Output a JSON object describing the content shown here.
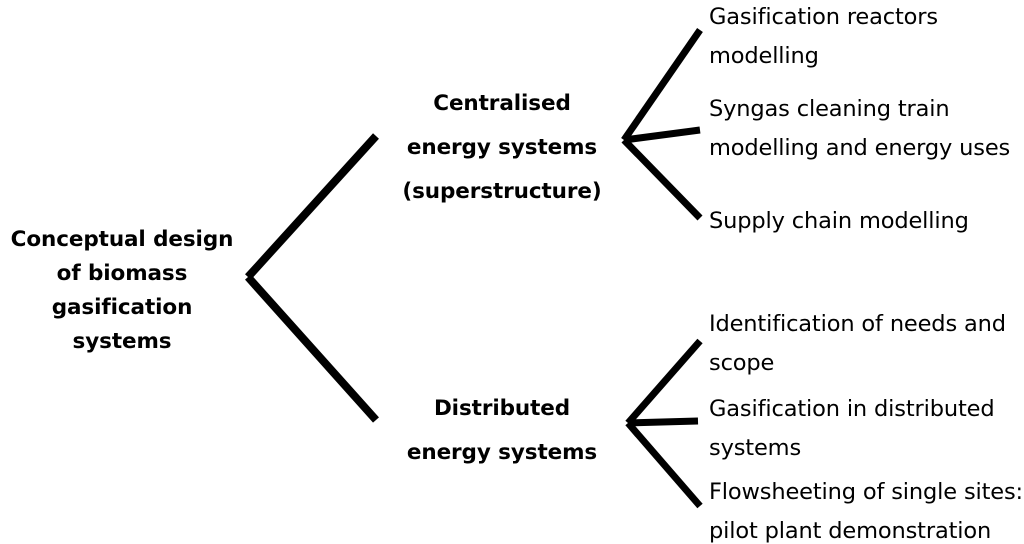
{
  "diagram": {
    "title": "Conceptual design of biomass gasification systems tree diagram",
    "background_color": "#ffffff",
    "line_color": "#000000",
    "text_color": "#000000",
    "root": {
      "id": "root",
      "label": "Conceptual design\nof biomass\ngasification\nsystems"
    },
    "branches": [
      {
        "id": "centralised",
        "label": "Centralised\nenergy systems\n(superstructure)",
        "leaves": [
          {
            "id": "reactors",
            "label": "Gasification reactors\nmodelling"
          },
          {
            "id": "syngas",
            "label": "Syngas cleaning train\nmodelling and energy uses"
          },
          {
            "id": "supply-chain",
            "label": "Supply chain modelling"
          }
        ]
      },
      {
        "id": "distributed",
        "label": "Distributed\nenergy systems",
        "leaves": [
          {
            "id": "identification",
            "label": "Identification of needs and\nscope"
          },
          {
            "id": "gasification-distributed",
            "label": "Gasification in distributed\nsystems"
          },
          {
            "id": "flowsheeting",
            "label": "Flowsheeting of single sites:\npilot plant demonstration"
          }
        ]
      }
    ]
  }
}
